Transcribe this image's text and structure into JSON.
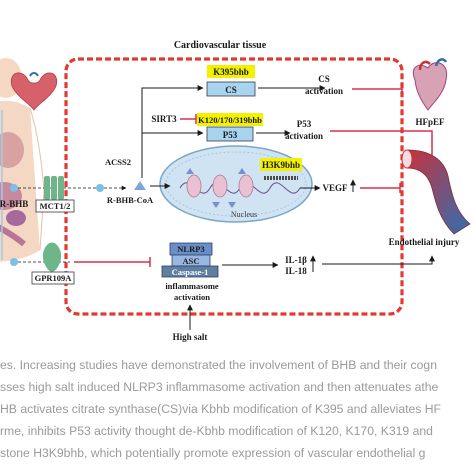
{
  "diagram": {
    "tissue_title": "Cardiovascular tissue",
    "labels": {
      "k395": "K395bhb",
      "cs": "CS",
      "cs_activation": [
        "CS",
        "activation"
      ],
      "hfpef": "HFpEF",
      "sirt3": "SIRT3",
      "k120": "K120/170/319bhb",
      "p53": "P53",
      "p53_activation": [
        "P53",
        "activation"
      ],
      "acss2": "ACSS2",
      "rbhb": "R-BHB",
      "mct": "MCT1/2",
      "rbhb_coa": "R-BHB-CoA",
      "h3k9": "H3K9bhb",
      "nucleus": "Nucleus",
      "vegf": "VEGF",
      "endothelial": "Endothelial injury",
      "gpr109a": "GPR109A",
      "nlrp3": "NLRP3",
      "asc": "ASC",
      "caspase": "Caspase-1",
      "inflammasome": [
        "inflammasome",
        "activation"
      ],
      "il1b": "IL-1β",
      "il18": "IL-18",
      "high_salt": "High salt"
    },
    "colors": {
      "highlight": "#f2f200",
      "red_border": "#e23a33",
      "inhibit": "#d9304a",
      "arrow": "#1a1a1a",
      "nucleus_fill": "#cfe3f3",
      "nucleus_stroke": "#7aa6c8",
      "vessel_red": "#c8323b",
      "vessel_blue": "#2f6fb3",
      "body_skin": "#f4d8c4",
      "node_blue": "#a8d4ef"
    },
    "icons": [
      "human-body-icon",
      "heart-icon",
      "blood-vessel-icon",
      "nucleosome-icon",
      "receptor-icon"
    ]
  },
  "caption": {
    "lines": [
      "es. Increasing studies have demonstrated the involvement of BHB and their cogn",
      "sses high salt induced NLRP3 inflammasome activation and then attenuates athe",
      "HB activates citrate synthase(CS)via Kbhb modification of K395 and alleviates HF",
      "rme, inhibits P53 activity thought de-Kbhb modification of K120, K170, K319 and",
      "stone H3K9bhb, which potentially promote expression of vascular endothelial g"
    ]
  }
}
